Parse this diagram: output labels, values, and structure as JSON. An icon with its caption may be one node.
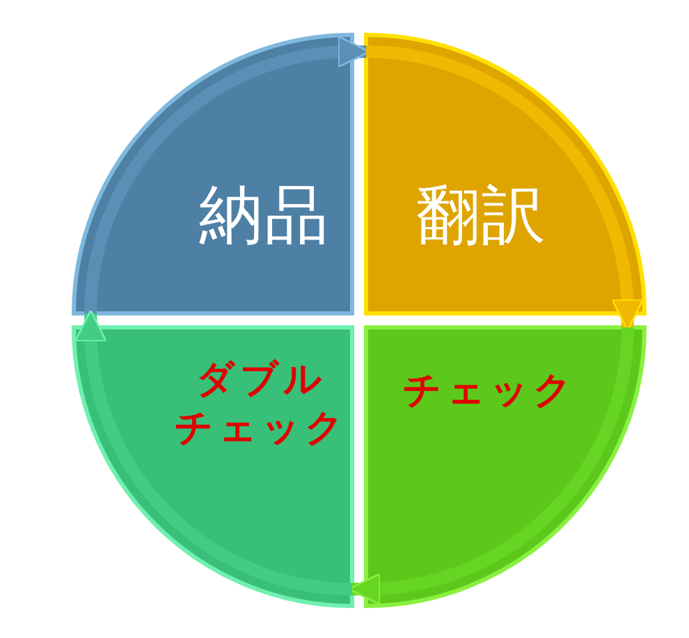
{
  "diagram": {
    "nodes": [
      {
        "text": [
          "納品"
        ]
      },
      {
        "text": [
          "翻訳"
        ]
      },
      {
        "text": [
          "チェック"
        ]
      },
      {
        "text": [
          "ダブルチェック"
        ]
      }
    ],
    "edges": [
      {
        "from": 0,
        "to": 1,
        "arrow": "to",
        "color": "#5b8fb6"
      },
      {
        "from": 1,
        "to": 2,
        "arrow": "to",
        "color": "#f0b800"
      },
      {
        "from": 2,
        "to": 3,
        "arrow": "to",
        "color": "#66d622"
      },
      {
        "from": 3,
        "to": 0,
        "arrow": "to",
        "color": "#42cc86"
      }
    ]
  }
}
